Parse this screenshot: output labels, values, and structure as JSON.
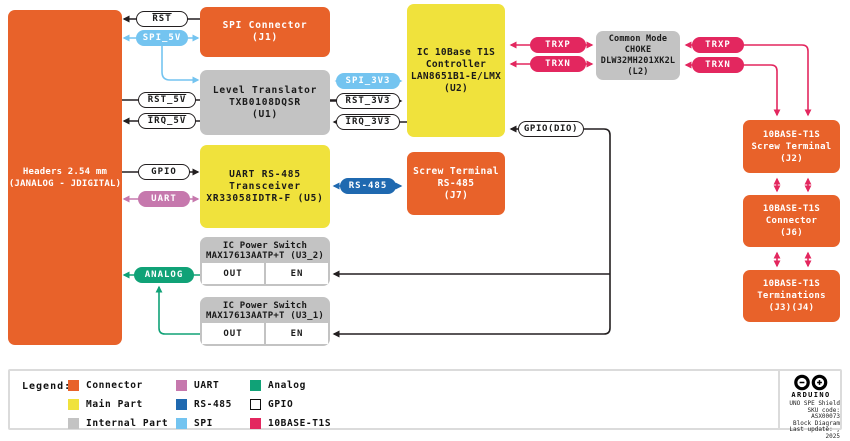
{
  "palette": {
    "connector_orange": "#E8622A",
    "main_part_yellow": "#F0E23C",
    "internal_part_gray": "#C3C3C3",
    "spi_blue": "#74C4F0",
    "rs485_blue": "#1F69B0",
    "uart_plum": "#C678AD",
    "analog_green": "#10A277",
    "t1s_pink": "#E3275F",
    "wire_black": "#231F20"
  },
  "blocks": {
    "headers": {
      "label": "Headers 2.54 mm\n(JANALOG - JDIGITAL)"
    },
    "j1": {
      "label": "SPI Connector\n(J1)"
    },
    "u1": {
      "label": "Level Translator\nTXB0108DQSR\n(U1)"
    },
    "u5": {
      "label": "UART RS-485\nTransceiver\nXR33058IDTR-F (U5)"
    },
    "u2": {
      "label": "IC 10Base T1S\nController\nLAN8651B1-E/LMX\n(U2)"
    },
    "j7": {
      "label": "Screw Terminal\nRS-485\n(J7)"
    },
    "l2": {
      "label": "Common Mode\nCHOKE\nDLW32MH201XK2L\n(L2)"
    },
    "u3_2": {
      "title": "IC Power Switch\nMAX17613AATP+T (U3_2)",
      "out_label": "OUT",
      "en_label": "EN"
    },
    "u3_1": {
      "title": "IC Power Switch\nMAX17613AATP+T (U3_1)",
      "out_label": "OUT",
      "en_label": "EN"
    },
    "j2": {
      "label": "10BASE-T1S\nScrew Terminal\n(J2)"
    },
    "j6": {
      "label": "10BASE-T1S\nConnector\n(J6)"
    },
    "j3j4": {
      "label": "10BASE-T1S\nTerminations\n(J3)(J4)"
    }
  },
  "pills": {
    "rst": "RST",
    "spi_5v": "SPI_5V",
    "rst_5v": "RST_5V",
    "irq_5v": "IRQ_5V",
    "gpio": "GPIO",
    "uart": "UART",
    "analog": "ANALOG",
    "spi_3v3": "SPI_3V3",
    "rst_3v3": "RST_3V3",
    "irq_3v3": "IRQ_3V3",
    "trxp": "TRXP",
    "trxn": "TRXN",
    "gpio_dio": "GPIO(DIO)",
    "rs485": "RS-485"
  },
  "legend": {
    "title": "Legend:",
    "items": [
      {
        "label": "Connector",
        "color": "#E8622A"
      },
      {
        "label": "Main Part",
        "color": "#F0E23C"
      },
      {
        "label": "Internal Part",
        "color": "#C3C3C3"
      },
      {
        "label": "UART",
        "color": "#C678AD"
      },
      {
        "label": "RS-485",
        "color": "#1F69B0"
      },
      {
        "label": "SPI",
        "color": "#74C4F0"
      },
      {
        "label": "Analog",
        "color": "#10A277"
      },
      {
        "label": "GPIO",
        "color": "#FFFFFF"
      },
      {
        "label": "10BASE-T1S",
        "color": "#E3275F"
      }
    ]
  },
  "footer": {
    "brand": "ARDUINO",
    "lines": [
      "UNO SPE Shield",
      "SKU code: ASX00073",
      "Block Diagram",
      "Last update: , 2025"
    ]
  }
}
